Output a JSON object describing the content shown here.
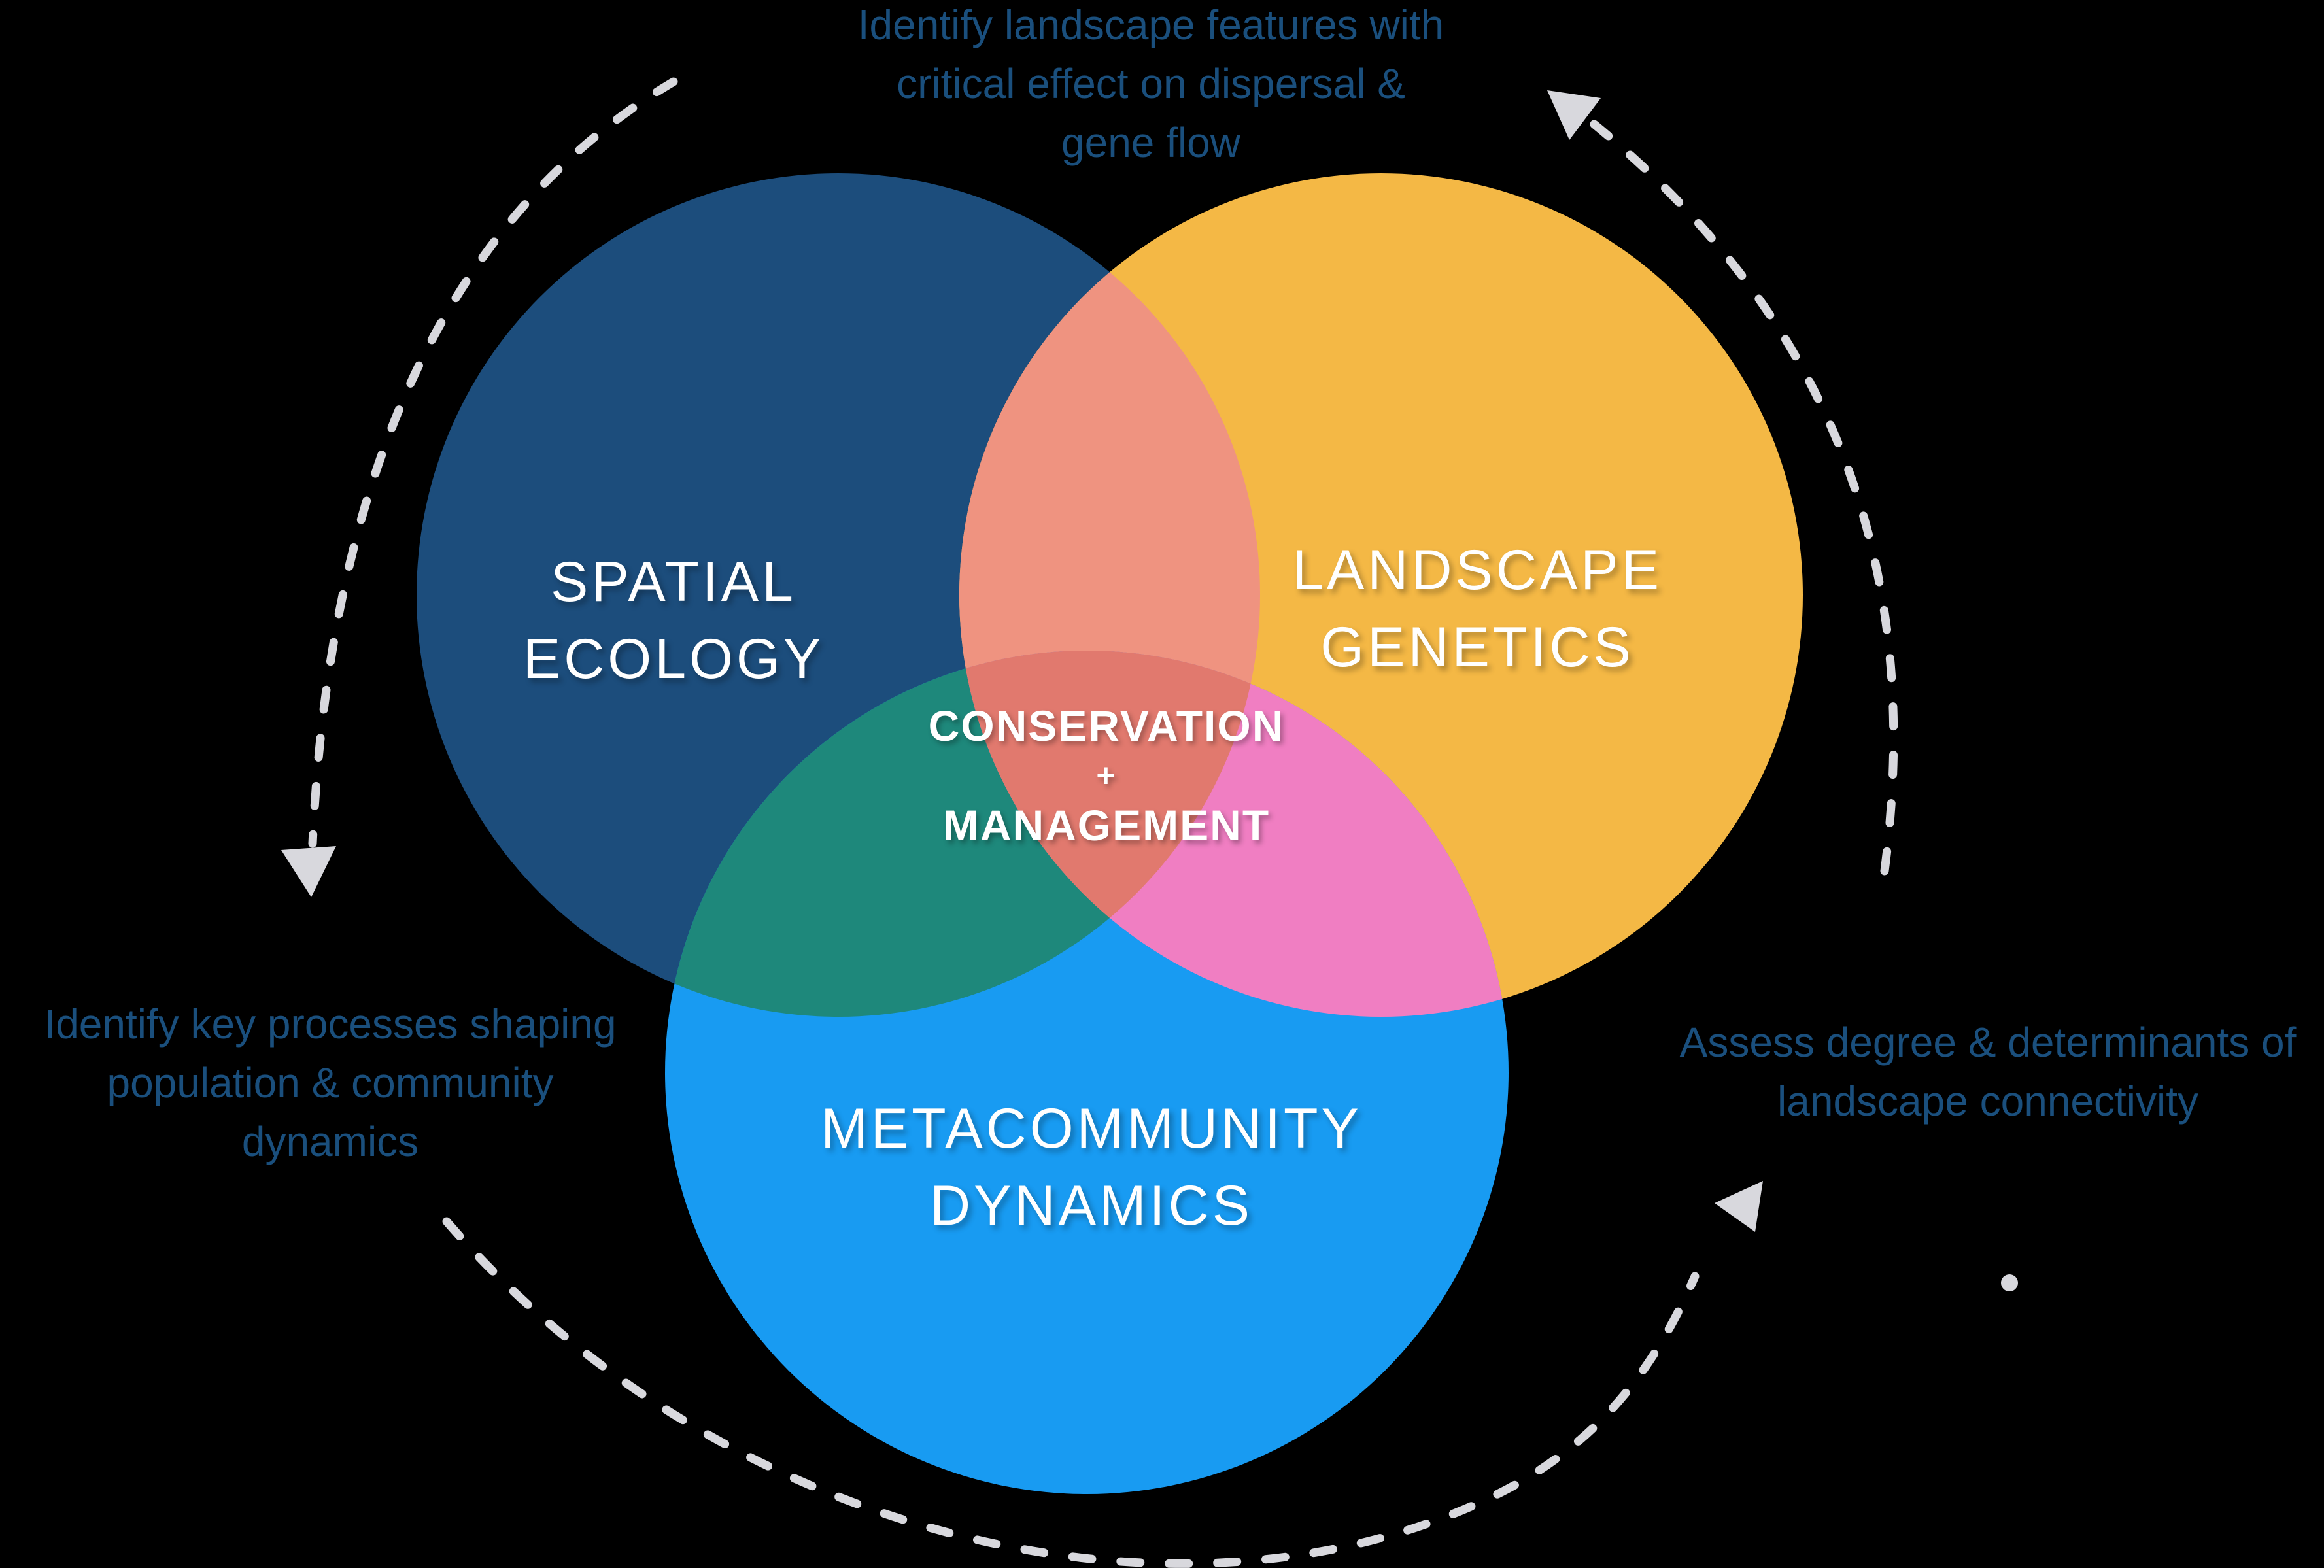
{
  "diagram": {
    "type": "venn-cycle",
    "description": "Three-circle Venn diagram with dashed cycle arrows"
  },
  "circles": [
    {
      "id": "spatial-ecology",
      "label_lines": [
        "SPATIAL",
        "ECOLOGY"
      ]
    },
    {
      "id": "landscape-genetics",
      "label_lines": [
        "LANDSCAPE",
        "GENETICS"
      ]
    },
    {
      "id": "metacommunity-dynamics",
      "label_lines": [
        "METACOMMUNITY",
        "DYNAMICS"
      ]
    }
  ],
  "center_label": {
    "line1": "CONSERVATION",
    "plus": "+",
    "line2": "MANAGEMENT"
  },
  "annotations": {
    "top": {
      "lines": [
        "Identify landscape features with",
        "critical effect on dispersal &",
        "gene flow"
      ]
    },
    "left": {
      "lines": [
        "Identify key processes shaping",
        "population & community",
        "dynamics"
      ]
    },
    "right": {
      "lines": [
        "Assess degree & determinants of",
        "landscape connectivity"
      ]
    }
  },
  "colors": {
    "background": "#000000",
    "spatial_ecology_circle": "#1C4D7C",
    "landscape_genetics_circle": "#F4B845",
    "metacommunity_circle": "#189BF2",
    "spatial_landscape_overlap": "#EF9380",
    "spatial_metacommunity_overlap": "#1E887B",
    "landscape_metacommunity_overlap": "#F07EC2",
    "triple_overlap": "#E1796E",
    "annotation_text": "#1A4F7D",
    "label_text": "#FFFFFF",
    "dashed_arrow": "#D8D8DD"
  }
}
